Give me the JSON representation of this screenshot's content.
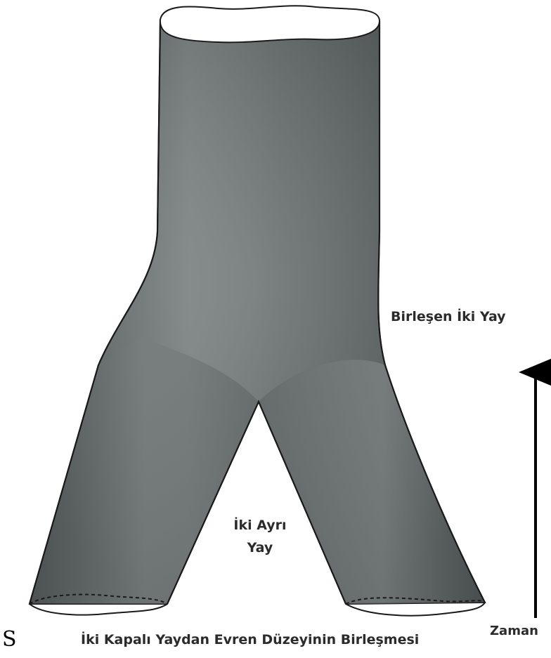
{
  "labels": {
    "merged_loop": "Birleşen İki Yay",
    "separate_loops_line1": "İki Ayrı",
    "separate_loops_line2": "Yay",
    "time_axis": "Zaman",
    "caption": "İki Kapalı Yaydan Evren Düzeyinin Birleşmesi",
    "corner_letter": "S"
  },
  "colors": {
    "tube_dark": "#4a5050",
    "tube_light": "#9aa0a0",
    "outline": "#1a1a1a",
    "text": "#2b2b2b"
  }
}
